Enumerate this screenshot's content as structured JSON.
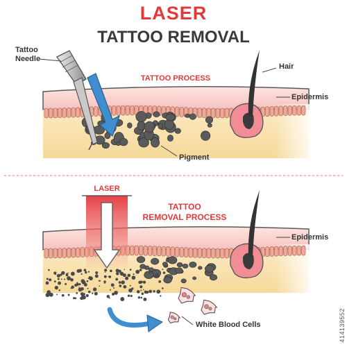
{
  "title": {
    "line1": "LASER",
    "line2": "TATTOO REMOVAL"
  },
  "labels": {
    "tattoo_needle_line1": "Tattoo",
    "tattoo_needle_line2": "Needle",
    "hair": "Hair",
    "epidermis_top": "Epidermis",
    "epidermis_bottom": "Epidermis",
    "tattoo_process": "TATTOO PROCESS",
    "pigment": "Pigment",
    "laser": "LASER",
    "tattoo_removal_line1": "TATTOO",
    "tattoo_removal_line2": "REMOVAL PROCESS",
    "white_blood_cells": "White Blood Cells"
  },
  "watermark": "414139552",
  "colors": {
    "title_red": "#e23a3a",
    "title_dark": "#3a3a3a",
    "epidermis_pink": "#f6c2bf",
    "cell_layer": "#f2b6a2",
    "dermis_yellow": "#f8e1a8",
    "pigment": "#555555",
    "arrow_blue": "#3f8fd0",
    "laser_red": "#e24a4a",
    "hair": "#333333"
  }
}
